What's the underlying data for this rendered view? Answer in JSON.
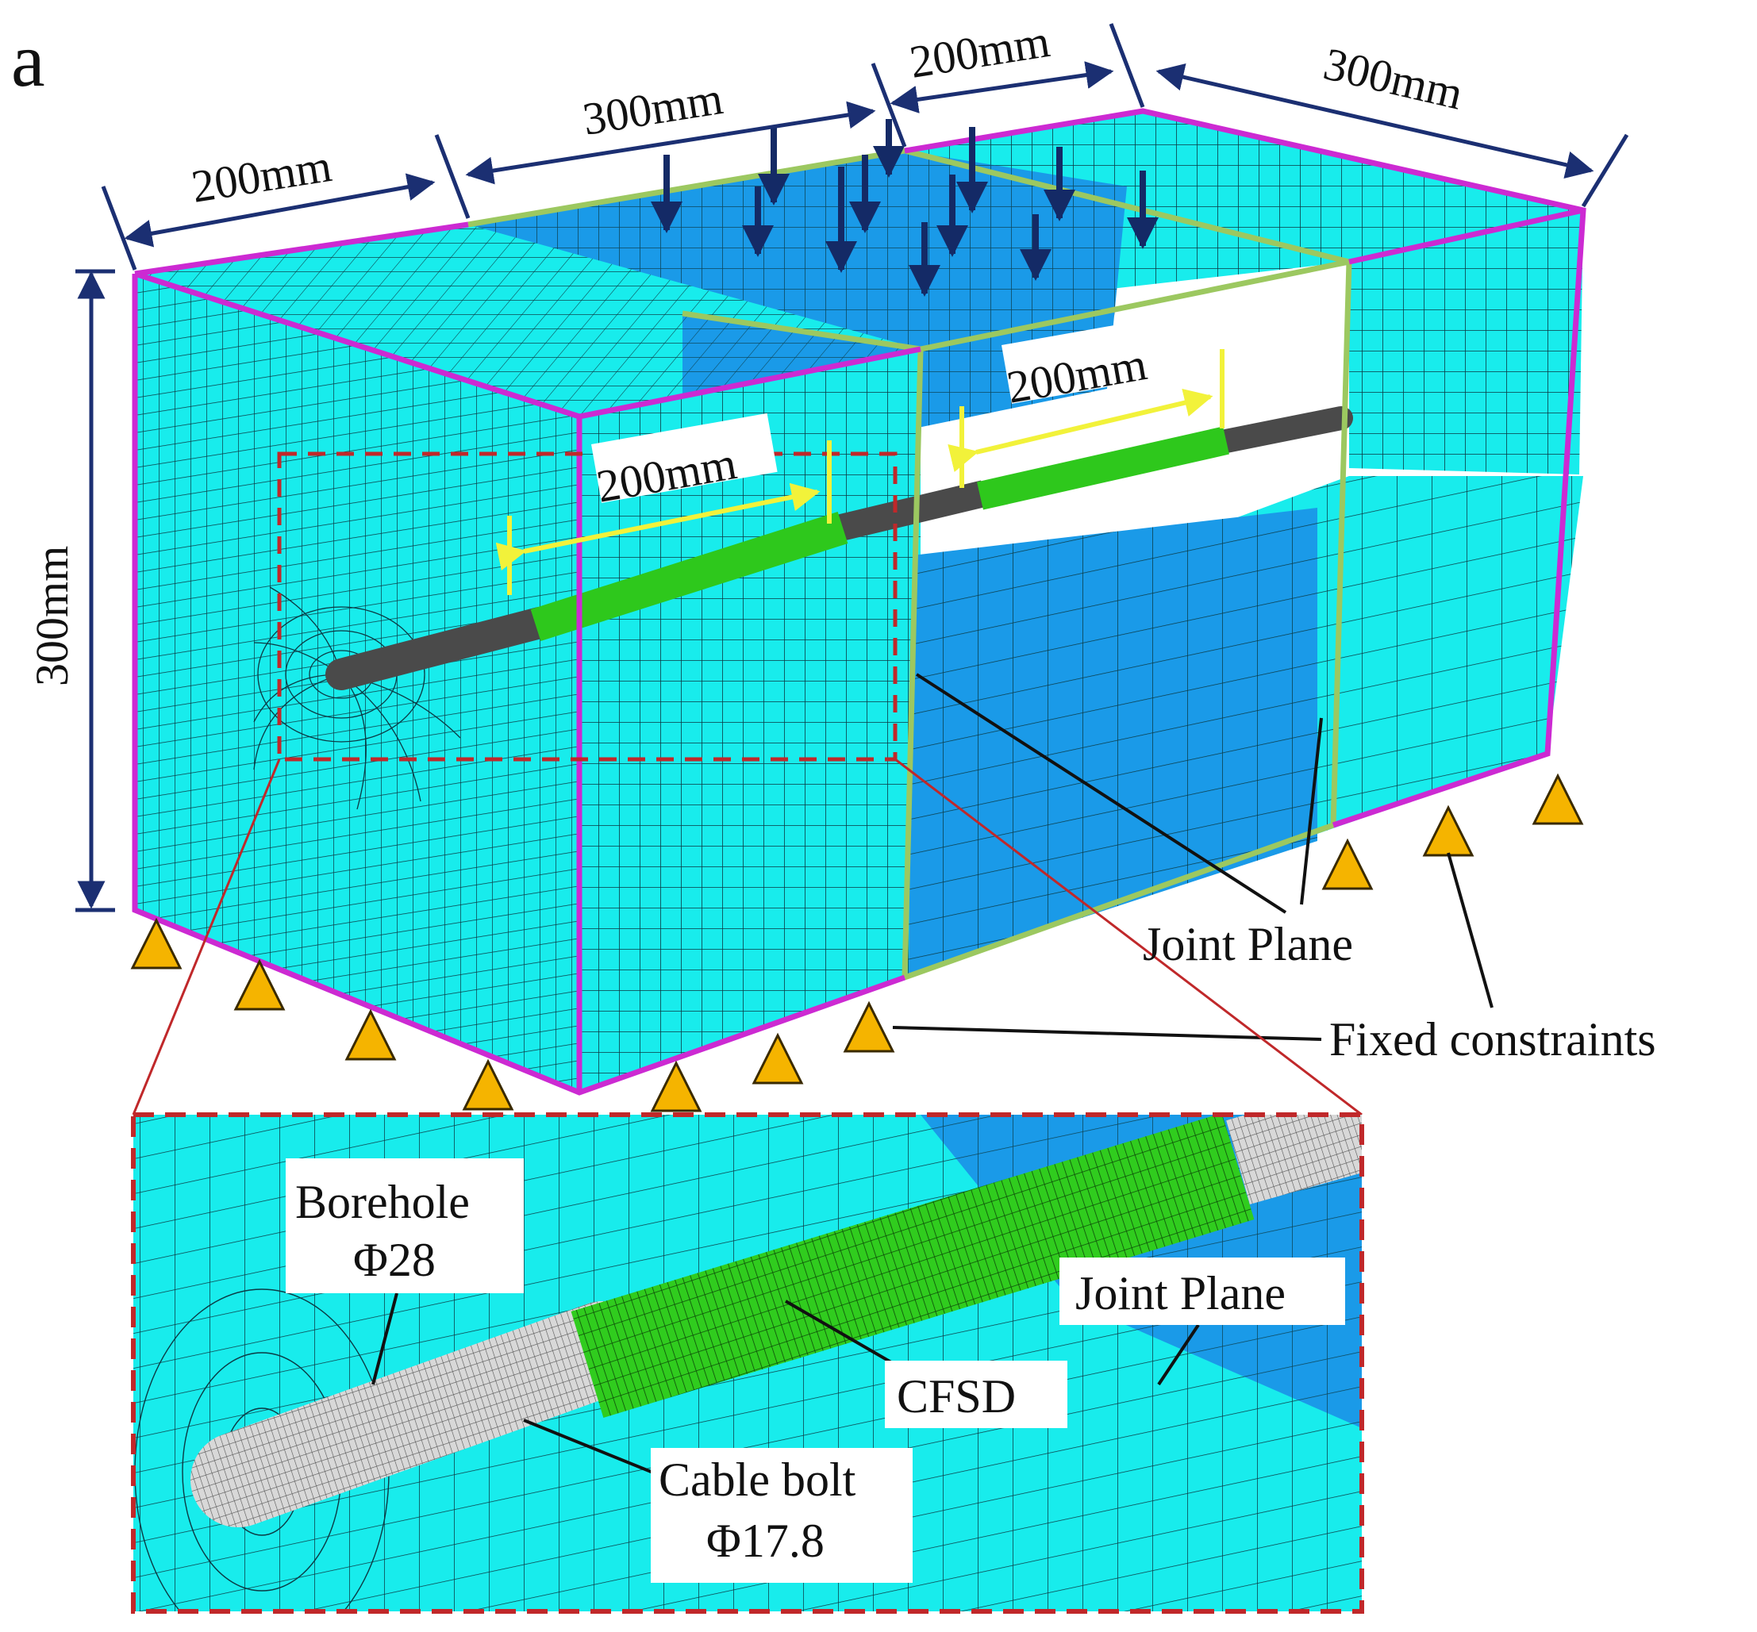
{
  "figure": {
    "panel_label": "a",
    "dimensions": {
      "top_left": "200mm",
      "top_mid": "300mm",
      "top_joint": "200mm",
      "top_right": "300mm",
      "height": "300mm",
      "anchor_right": "200mm",
      "anchor_left": "200mm"
    },
    "callouts": {
      "joint_plane": "Joint Plane",
      "fixed_constraints": "Fixed constraints"
    },
    "inset": {
      "borehole_line1": "Borehole",
      "borehole_line2": "Φ28",
      "cfsd": "CFSD",
      "cable_line1": "Cable bolt",
      "cable_line2": "Φ17.8",
      "joint_plane": "Joint Plane"
    },
    "colors": {
      "block_light": "#18ecec",
      "block_dark": "#1a9ae8",
      "outline_magenta": "#cc2ad2",
      "joint_outline": "#9cc860",
      "dimension_arrow": "#1b2f72",
      "load_arrow": "#142a66",
      "support_triangle": "#f5b400",
      "cfsd_green": "#2ec81c",
      "cable_grey": "#4a4a4a",
      "yellow_marker": "#f2f23a",
      "inset_border": "#c0282a"
    }
  }
}
